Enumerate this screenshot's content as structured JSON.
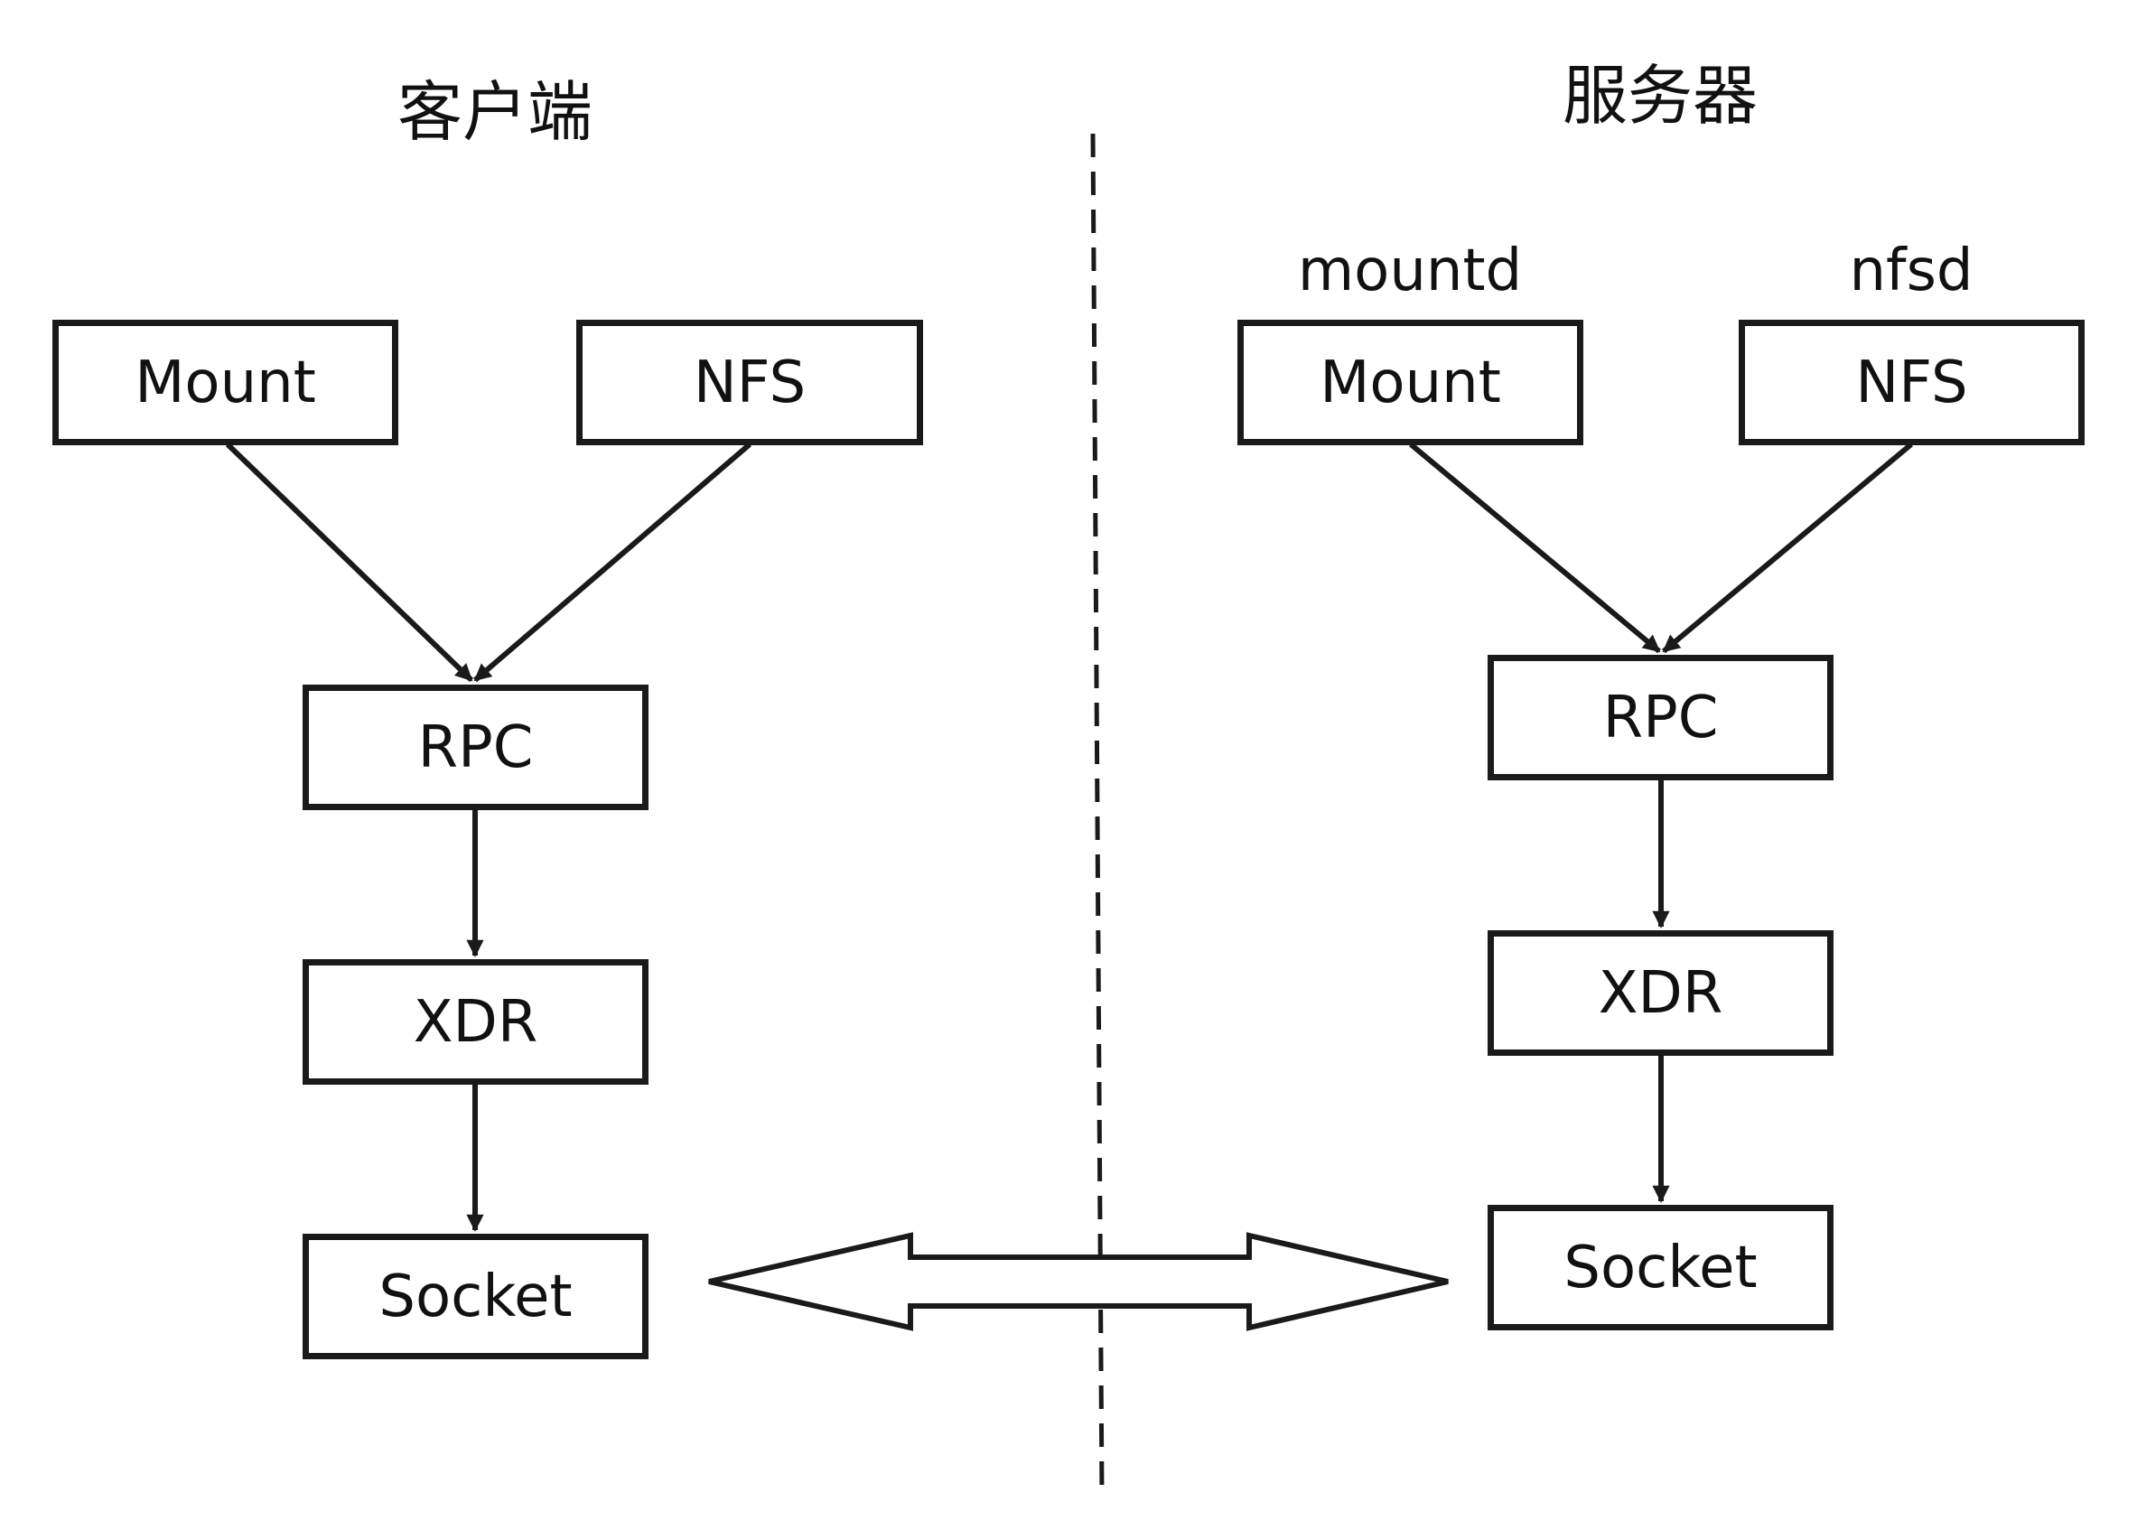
{
  "client": {
    "title": "客户端",
    "mount": "Mount",
    "nfs": "NFS",
    "rpc": "RPC",
    "xdr": "XDR",
    "socket": "Socket"
  },
  "server": {
    "title": "服务器",
    "mount_process": "mountd",
    "nfs_process": "nfsd",
    "mount": "Mount",
    "nfs": "NFS",
    "rpc": "RPC",
    "xdr": "XDR",
    "socket": "Socket"
  },
  "colors": {
    "stroke": "#1a1a1a",
    "background": "#ffffff"
  }
}
